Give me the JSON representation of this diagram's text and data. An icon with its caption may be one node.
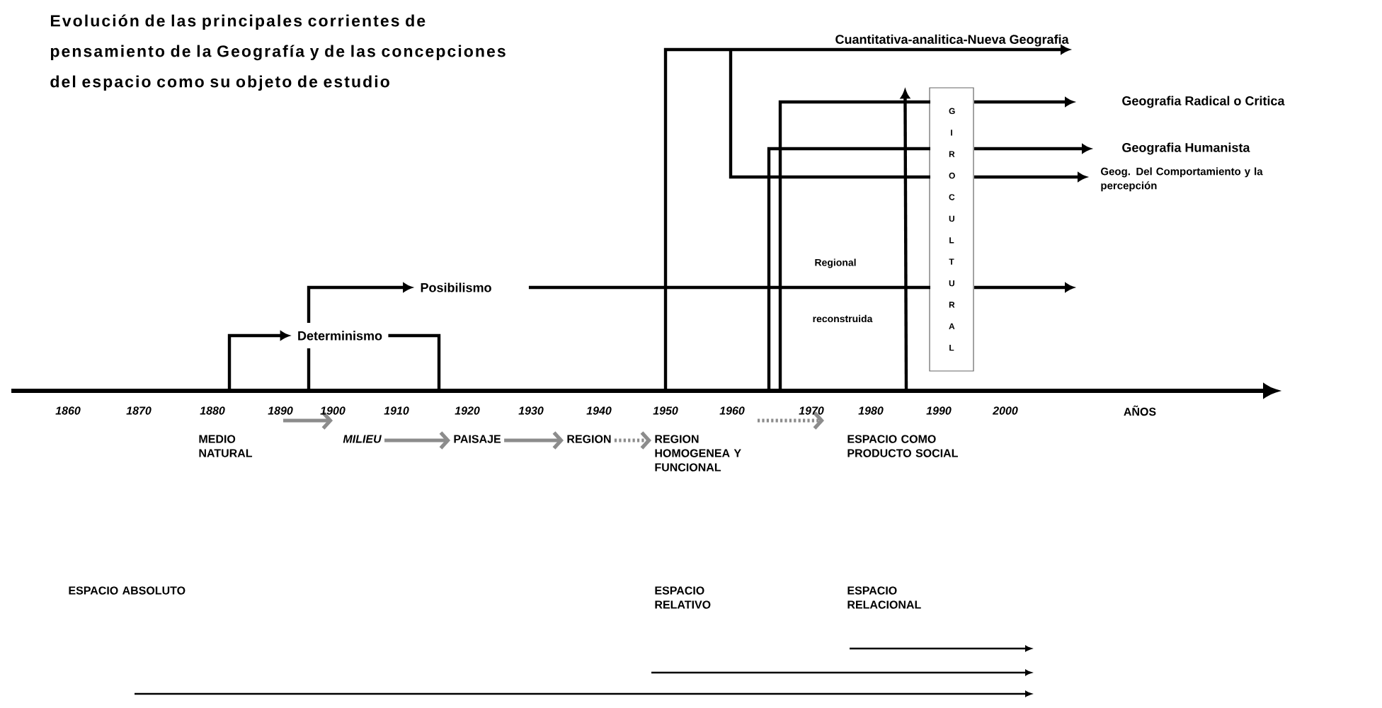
{
  "diagram": {
    "title": "Evolución de las principales corrientes de pensamiento de la Geografía y de las concepciones del espacio como su objeto de estudio",
    "nodes": [
      {
        "text": [
          "Determinismo"
        ]
      },
      {
        "text": [
          "Posibilismo"
        ]
      },
      {
        "text": [
          "Cuantitativa-analitica-Nueva Geografia"
        ]
      },
      {
        "text": [
          "Geografia Radical o Critica"
        ]
      },
      {
        "text": [
          "Geografia Humanista"
        ]
      },
      {
        "text": [
          "Geog. Del Comportamiento y la percepción"
        ]
      },
      {
        "text": [
          "G I R O C U L T U R A L"
        ]
      },
      {
        "text": [
          "MEDIO NATURAL"
        ]
      },
      {
        "text": [
          "MILIEU"
        ]
      },
      {
        "text": [
          "PAISAJE"
        ]
      },
      {
        "text": [
          "REGION"
        ]
      },
      {
        "text": [
          "REGION HOMOGENEA Y FUNCIONAL"
        ]
      },
      {
        "text": [
          "ESPACIO COMO PRODUCTO SOCIAL"
        ]
      },
      {
        "text": [
          "ESPACIO ABSOLUTO"
        ]
      },
      {
        "text": [
          "ESPACIO RELATIVO"
        ]
      },
      {
        "text": [
          "ESPACIO RELACIONAL"
        ]
      }
    ],
    "edges": [
      {
        "from": null,
        "to": 0,
        "arrow": "to"
      },
      {
        "from": 0,
        "to": null,
        "arrow": "none"
      },
      {
        "from": null,
        "to": 1,
        "arrow": "to"
      },
      {
        "from": 1,
        "to": null,
        "arrow": "to"
      },
      {
        "from": null,
        "to": 2,
        "arrow": "to"
      },
      {
        "from": null,
        "to": 5,
        "arrow": "to"
      },
      {
        "from": null,
        "to": 4,
        "arrow": "to"
      },
      {
        "from": null,
        "to": 3,
        "arrow": "to"
      },
      {
        "from": null,
        "to": 6,
        "arrow": "to"
      },
      {
        "from": 7,
        "to": 8,
        "arrow": "to",
        "color": "#8c8c8c"
      },
      {
        "from": 8,
        "to": 9,
        "arrow": "to",
        "color": "#8c8c8c"
      },
      {
        "from": 9,
        "to": 10,
        "arrow": "to",
        "color": "#8c8c8c"
      },
      {
        "from": 10,
        "to": 11,
        "arrow": "to",
        "style": "dashed",
        "color": "#8c8c8c"
      },
      {
        "from": 11,
        "to": 12,
        "arrow": "to",
        "style": "dashed",
        "color": "#8c8c8c"
      }
    ],
    "labels": [
      "1860",
      "1870",
      "1880",
      "1890",
      "1900",
      "1910",
      "1920",
      "1930",
      "1940",
      "1950",
      "1960",
      "1970",
      "1980",
      "1990",
      "2000",
      "AÑOS",
      "Regional",
      "reconstruida"
    ]
  }
}
